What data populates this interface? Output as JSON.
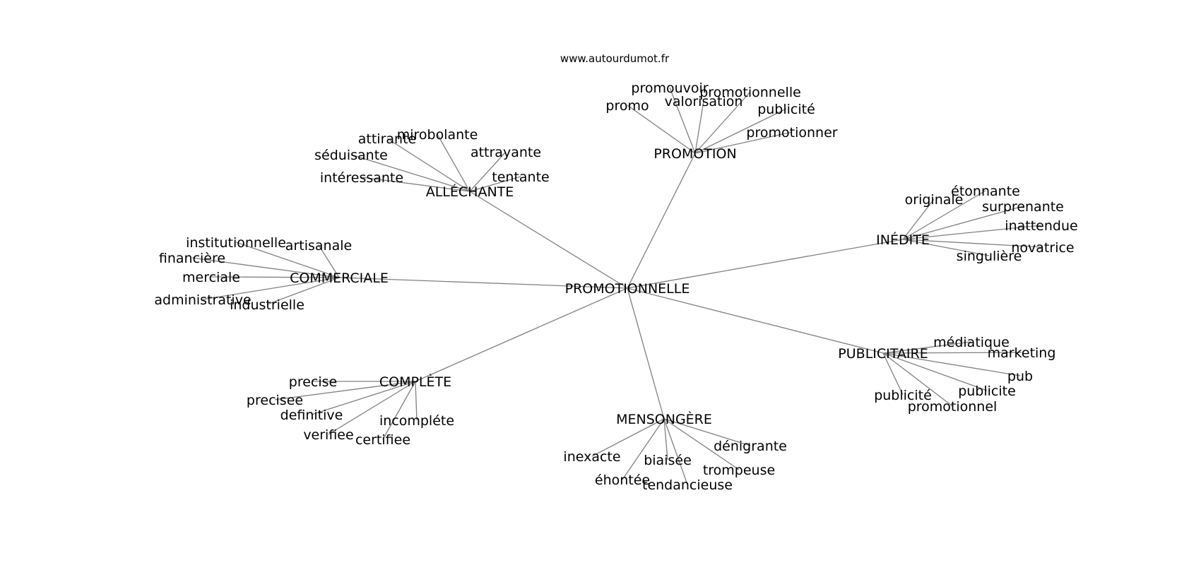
{
  "source": "www.autourdumot.fr",
  "colors": {
    "edge": "#808080",
    "text": "#000000",
    "background": "#ffffff"
  },
  "center": "PROMOTIONNELLE",
  "hubs": [
    {
      "id": "promotion",
      "label": "PROMOTION",
      "leaves": [
        "promo",
        "promouvoir",
        "valorisation",
        "promotionnelle",
        "publicité",
        "promotionner"
      ]
    },
    {
      "id": "allechante",
      "label": "ALLÉCHANTE",
      "leaves": [
        "attirante",
        "mirobolante",
        "attrayante",
        "séduisante",
        "intéressante",
        "tentante"
      ]
    },
    {
      "id": "inedite",
      "label": "INÉDITE",
      "leaves": [
        "originale",
        "étonnante",
        "surprenante",
        "inattendue",
        "novatrice",
        "singulière"
      ]
    },
    {
      "id": "commerciale",
      "label": "COMMERCIALE",
      "leaves": [
        "institutionnelle",
        "artisanale",
        "financière",
        "merciale",
        "administrative",
        "industrielle"
      ]
    },
    {
      "id": "publicitaire",
      "label": "PUBLICITAIRE",
      "leaves": [
        "médiatique",
        "marketing",
        "pub",
        "publicite",
        "publicité",
        "promotionnel"
      ]
    },
    {
      "id": "complete",
      "label": "COMPLÈTE",
      "leaves": [
        "precise",
        "precisee",
        "definitive",
        "incompléte",
        "verifiee",
        "certifiee"
      ]
    },
    {
      "id": "mensongere",
      "label": "MENSONGÈRE",
      "leaves": [
        "inexacte",
        "biaisée",
        "dénigrante",
        "trompeuse",
        "éhontée",
        "tendancieuse"
      ]
    }
  ]
}
